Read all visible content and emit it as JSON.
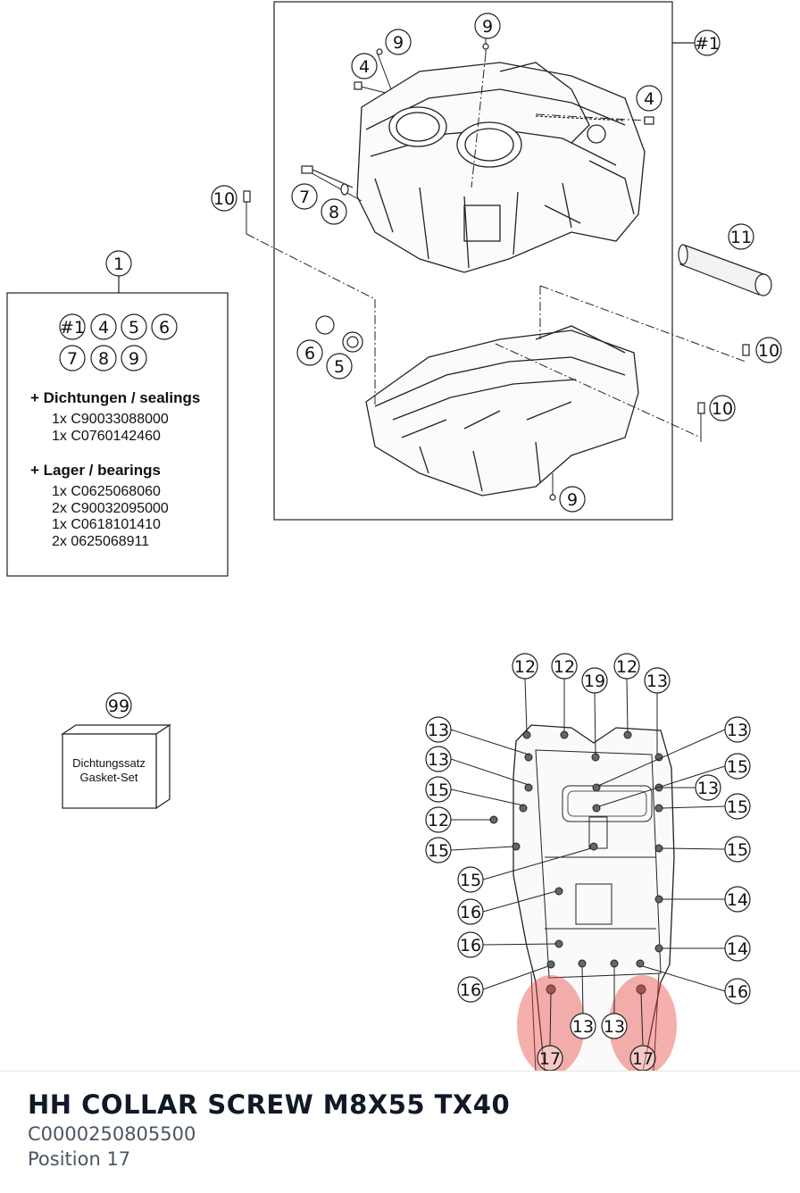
{
  "kit_box": {
    "number": "1",
    "refs_row1": [
      "#1",
      "4",
      "5",
      "6"
    ],
    "refs_row2": [
      "7",
      "8",
      "9"
    ],
    "sealings_heading": "+ Dichtungen / sealings",
    "sealings": [
      "1x C90033088000",
      "1x C0760142460"
    ],
    "bearings_heading": "+ Lager / bearings",
    "bearings": [
      "1x C0625068060",
      "2x C90032095000",
      "1x C0618101410",
      "2x 0625068911"
    ]
  },
  "gasket_set": {
    "number": "99",
    "label_de": "Dichtungssatz",
    "label_en": "Gasket-Set"
  },
  "upper_callouts": [
    "#1",
    "9",
    "9",
    "4",
    "4",
    "7",
    "8",
    "10",
    "11",
    "6",
    "5",
    "10",
    "10",
    "9"
  ],
  "lower_callouts": [
    "12",
    "12",
    "19",
    "12",
    "13",
    "13",
    "13",
    "13",
    "15",
    "15",
    "13",
    "15",
    "12",
    "15",
    "15",
    "15",
    "14",
    "16",
    "16",
    "14",
    "16",
    "16",
    "13",
    "13",
    "17",
    "17"
  ],
  "highlight": {
    "position": "17",
    "color": "#e8403a"
  },
  "footer": {
    "title": "HH COLLAR SCREW M8X55 TX40",
    "part_number": "C0000250805500",
    "position_label": "Position 17"
  }
}
